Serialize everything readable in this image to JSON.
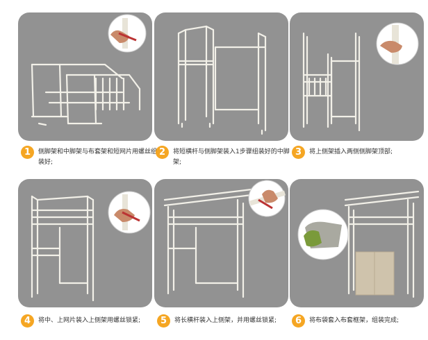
{
  "colors": {
    "panel_bg": "#929292",
    "badge": "#f5a623",
    "frame": "#f2f0e8",
    "text": "#333333"
  },
  "steps": [
    {
      "number": "1",
      "text": "侧脚架和中脚架与布套架和短网片用螺丝组装好;",
      "icon": "hand-screwdriver-inset"
    },
    {
      "number": "2",
      "text": "将短横杆与侧脚架装入1步骤组装好的中脚架;",
      "icon": "frame-diagram"
    },
    {
      "number": "3",
      "text": "将上侧架插入两侧侧脚架顶部;",
      "icon": "hand-screwdriver-inset"
    },
    {
      "number": "4",
      "text": "将中、上网片装入上侧架用螺丝锁紧;",
      "icon": "hand-screwdriver-inset"
    },
    {
      "number": "5",
      "text": "将长横杆装入上侧架，并用螺丝锁紧;",
      "icon": "hand-screwdriver-inset"
    },
    {
      "number": "6",
      "text": "将布袋套入布套框架，组装完成;",
      "icon": "laundry-bag-inset"
    }
  ]
}
